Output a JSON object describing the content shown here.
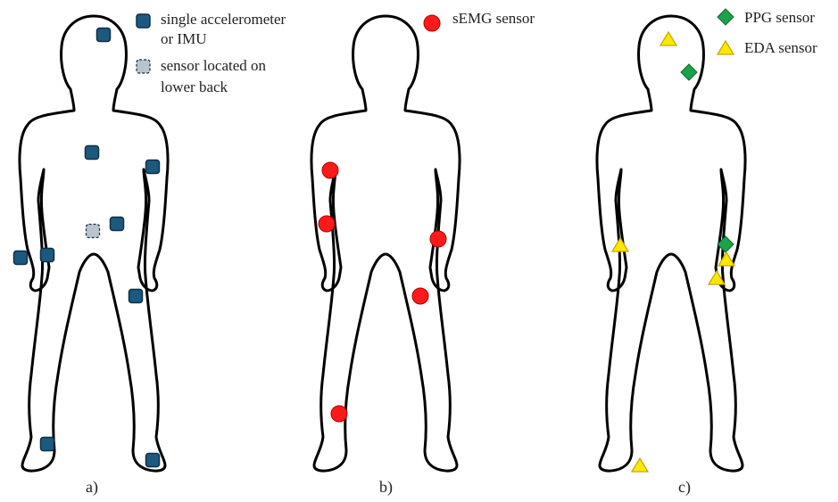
{
  "colors": {
    "imu_fill": "#1b5a7e",
    "imu_stroke": "#0f2f45",
    "lower_back_fill": "#b9c3cc",
    "semg": "#ff1a1a",
    "ppg": "#1aa34a",
    "eda": "#ffe800",
    "outline": "#000000"
  },
  "panels": {
    "a": {
      "caption": "a)",
      "legend": {
        "imu_line1": "single accelerometer",
        "imu_line2": "or IMU",
        "lowback_line1": "sensor located on",
        "lowback_line2": "lower back"
      },
      "marker_icons": [
        "square-marker-icon",
        "dashed-square-marker-icon"
      ]
    },
    "b": {
      "caption": "b)",
      "legend": {
        "semg": "sEMG sensor"
      },
      "marker_icons": [
        "circle-marker-icon"
      ]
    },
    "c": {
      "caption": "c)",
      "legend": {
        "ppg": "PPG sensor",
        "eda": "EDA sensor"
      },
      "marker_icons": [
        "diamond-marker-icon",
        "triangle-marker-icon"
      ]
    }
  }
}
